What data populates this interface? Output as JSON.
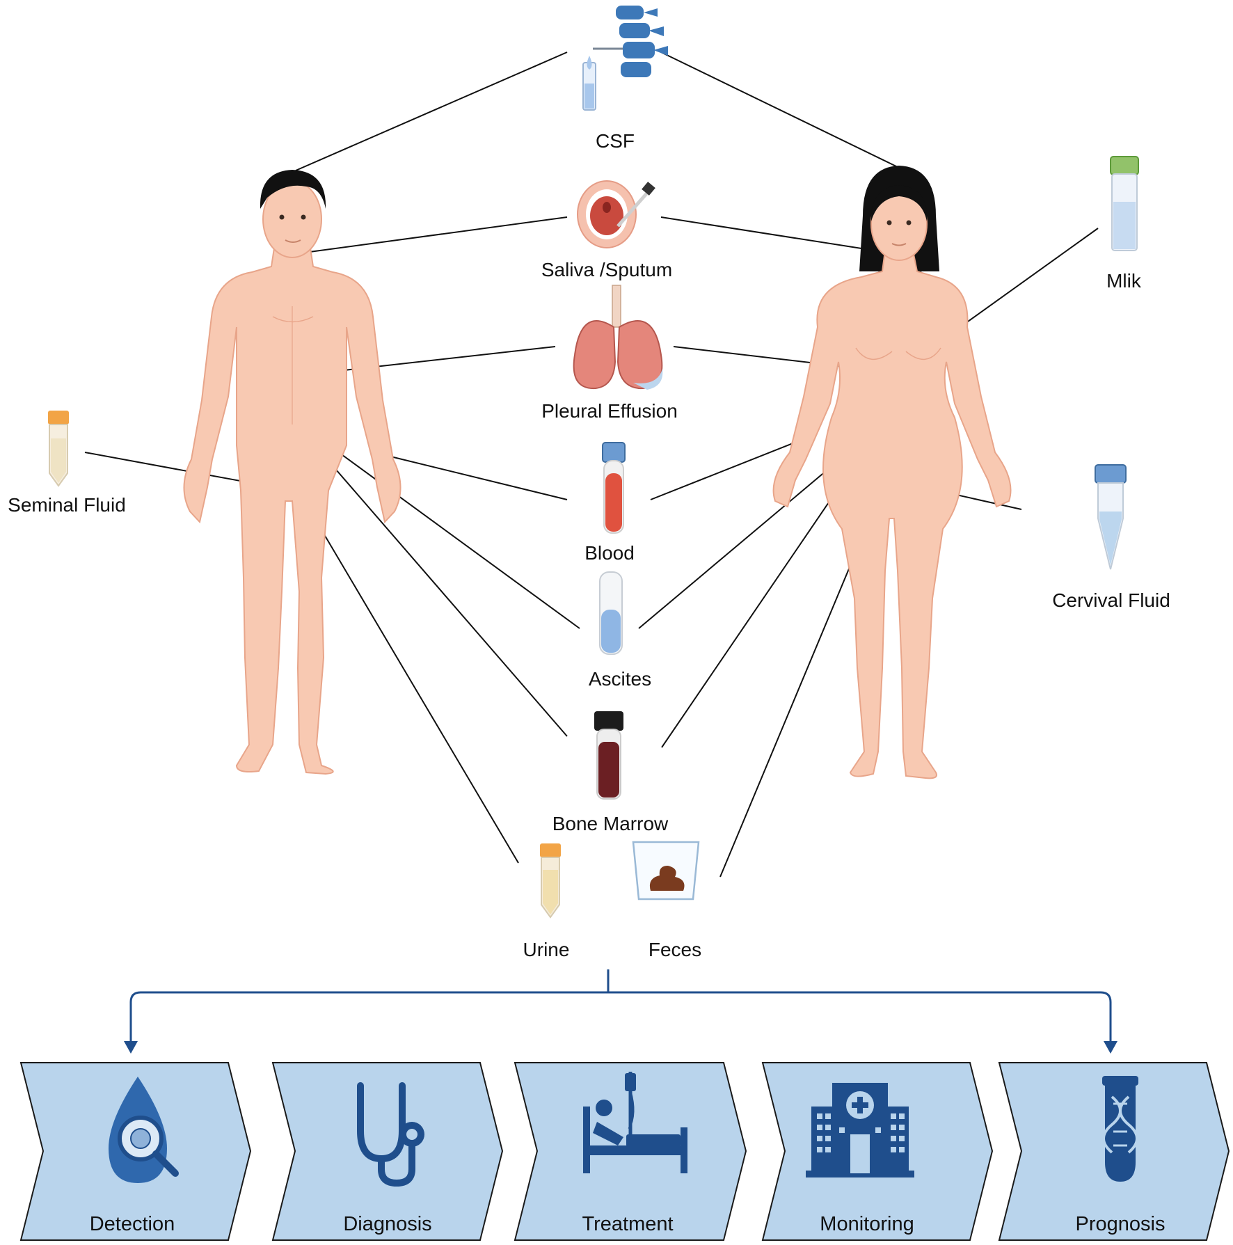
{
  "colors": {
    "skin": "#f8c9b2",
    "skin_outline": "#e8a58a",
    "hair": "#111111",
    "panel_fill": "#b9d4ec",
    "panel_stroke": "#1a1a1a",
    "icon": "#1f4e8c",
    "flow_arrow": "#1f4e8c",
    "blood": "#e0523f",
    "marrow": "#6b1f23",
    "ascites": "#8fb6e4"
  },
  "figures": {
    "male": {
      "icon": "male-body-icon"
    },
    "female": {
      "icon": "female-body-icon"
    }
  },
  "samples": [
    {
      "id": "csf",
      "label": "CSF",
      "icon": "spine-lumbar-puncture-icon"
    },
    {
      "id": "saliva",
      "label": "Saliva /Sputum",
      "icon": "mouth-swab-icon"
    },
    {
      "id": "pleural",
      "label": "Pleural Effusion",
      "icon": "lungs-icon"
    },
    {
      "id": "blood",
      "label": "Blood",
      "icon": "blood-tube-icon"
    },
    {
      "id": "ascites",
      "label": "Ascites",
      "icon": "ascites-tube-icon"
    },
    {
      "id": "marrow",
      "label": "Bone Marrow",
      "icon": "bone-marrow-tube-icon"
    },
    {
      "id": "urine",
      "label": "Urine",
      "icon": "urine-tube-icon"
    },
    {
      "id": "feces",
      "label": "Feces",
      "icon": "feces-cup-icon"
    },
    {
      "id": "seminal",
      "label": "Seminal Fluid",
      "icon": "seminal-tube-icon"
    },
    {
      "id": "milk",
      "label": "Mlik",
      "icon": "milk-tube-icon"
    },
    {
      "id": "cervical",
      "label": "Cervival Fluid",
      "icon": "cervical-tube-icon"
    }
  ],
  "steps": [
    {
      "label": "Detection",
      "icon": "droplet-magnifier-icon"
    },
    {
      "label": "Diagnosis",
      "icon": "stethoscope-icon"
    },
    {
      "label": "Treatment",
      "icon": "hospital-bed-icon"
    },
    {
      "label": "Monitoring",
      "icon": "hospital-building-icon"
    },
    {
      "label": "Prognosis",
      "icon": "dna-tube-icon"
    }
  ]
}
